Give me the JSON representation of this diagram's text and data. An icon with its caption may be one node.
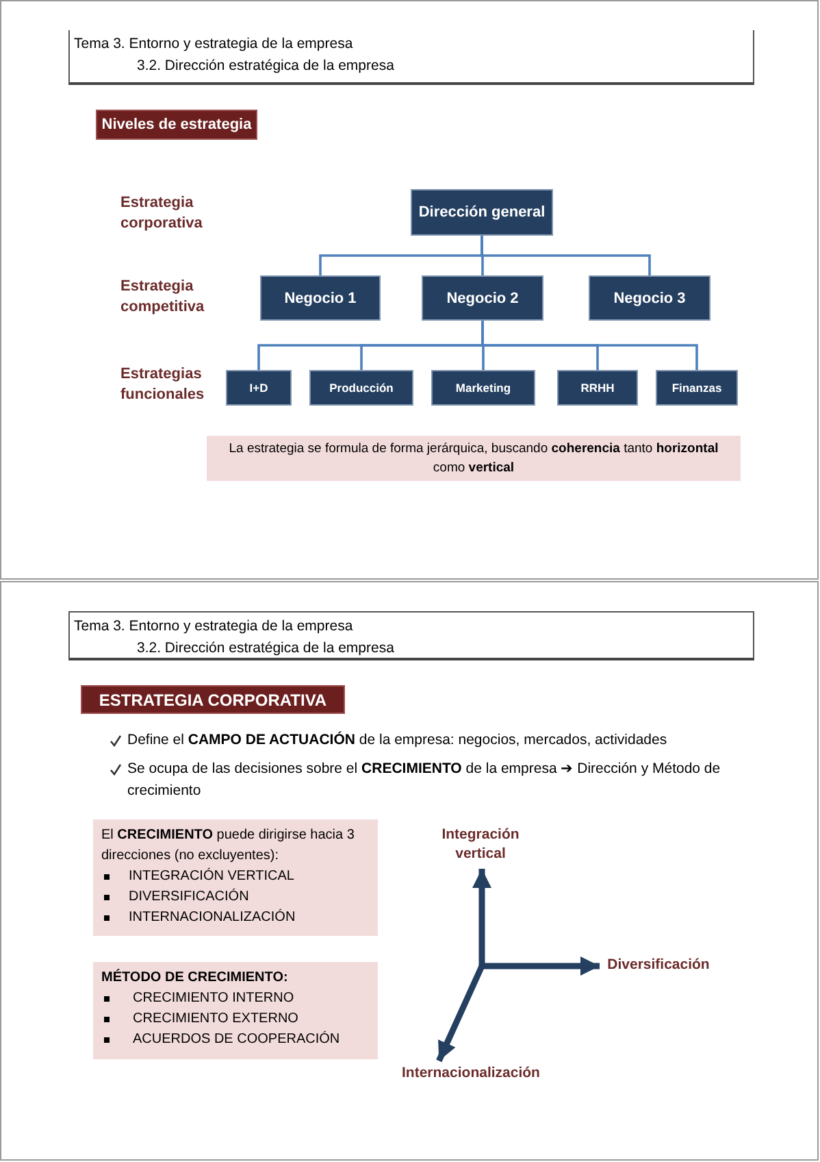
{
  "diagram": {
    "nodes": [
      {
        "text": [
          "Tema 3. Entorno y estrategia de la empresa",
          "3.2. Dirección estratégica de la empresa"
        ]
      },
      {
        "text": [
          "Niveles de estrategia"
        ]
      },
      {
        "text": [
          "Dirección general"
        ]
      },
      {
        "text": [
          "Negocio 1"
        ]
      },
      {
        "text": [
          "Negocio 2"
        ]
      },
      {
        "text": [
          "Negocio 3"
        ]
      },
      {
        "text": [
          "I+D"
        ]
      },
      {
        "text": [
          "Producción"
        ]
      },
      {
        "text": [
          "Marketing"
        ]
      },
      {
        "text": [
          "RRHH"
        ]
      },
      {
        "text": [
          "Finanzas"
        ]
      },
      {
        "text": [
          "La estrategia se formula de forma jerárquica, buscando **coherencia** tanto **horizontal** como **vertical**"
        ]
      },
      {
        "text": [
          "Tema 3. Entorno y estrategia de la empresa",
          "3.2. Dirección estratégica de la empresa"
        ]
      },
      {
        "text": [
          "ESTRATEGIA CORPORATIVA"
        ]
      },
      {
        "text": [
          "El **CRECIMIENTO** puede dirigirse hacia 3 direcciones (no excluyentes):",
          "INTEGRACIÓN VERTICAL",
          "DIVERSIFICACIÓN",
          "INTERNACIONALIZACIÓN"
        ]
      },
      {
        "text": [
          "Integración vertical"
        ]
      },
      {
        "text": [
          "Diversificación"
        ]
      },
      {
        "text": [
          "**MÉTODO DE CRECIMIENTO**:",
          "CRECIMIENTO INTERNO",
          "CRECIMIENTO EXTERNO",
          "ACUERDOS DE COOPERACIÓN"
        ]
      },
      {
        "text": [
          "Internacionalización"
        ]
      }
    ],
    "edges": [
      {
        "from": 2,
        "to": 3,
        "arrow": "none"
      },
      {
        "from": 2,
        "to": 4,
        "arrow": "none"
      },
      {
        "from": 2,
        "to": 5,
        "arrow": "none"
      },
      {
        "from": 4,
        "to": 6,
        "arrow": "none"
      },
      {
        "from": 4,
        "to": 7,
        "arrow": "none"
      },
      {
        "from": 4,
        "to": 8,
        "arrow": "none"
      },
      {
        "from": 4,
        "to": 9,
        "arrow": "none"
      },
      {
        "from": 4,
        "to": 10,
        "arrow": "none"
      },
      {
        "from": null,
        "to": 15,
        "arrow": "to",
        "style": "thick",
        "color": "#243f60"
      },
      {
        "from": null,
        "to": 16,
        "arrow": "to",
        "style": "thick",
        "color": "#243f60"
      },
      {
        "from": null,
        "to": 18,
        "arrow": "to",
        "style": "thick",
        "color": "#243f60"
      }
    ],
    "labels": [
      "Estrategia corporativa",
      "Estrategia competitiva",
      "Estrategias funcionales",
      "Define el **CAMPO DE ACTUACIÓN** de la empresa: negocios, mercados, actividades",
      "Se ocupa de las decisiones sobre el **CRECIMIENTO** de la empresa ➔ Dirección y Método de crecimiento"
    ]
  }
}
